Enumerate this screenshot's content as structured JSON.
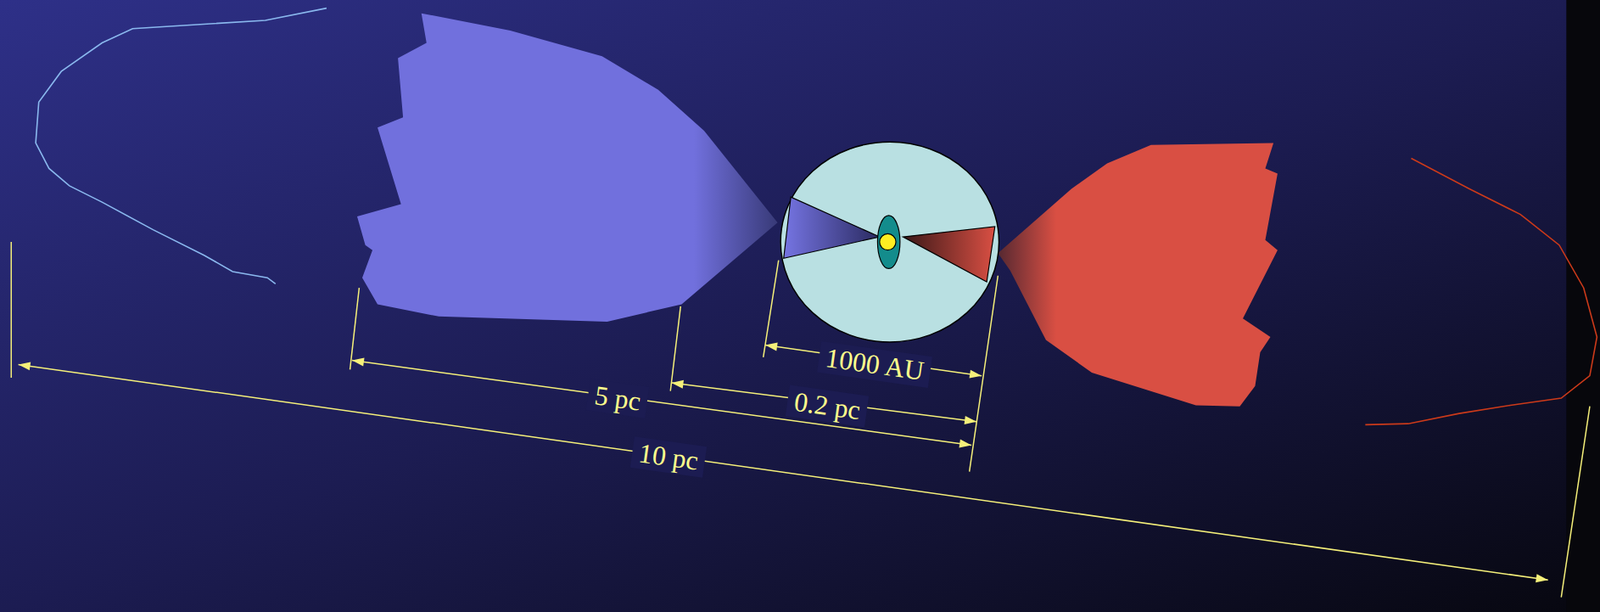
{
  "diagram": {
    "labels": [
      "1000 AU",
      "5 pc",
      "0.2 pc",
      "10 pc"
    ]
  }
}
